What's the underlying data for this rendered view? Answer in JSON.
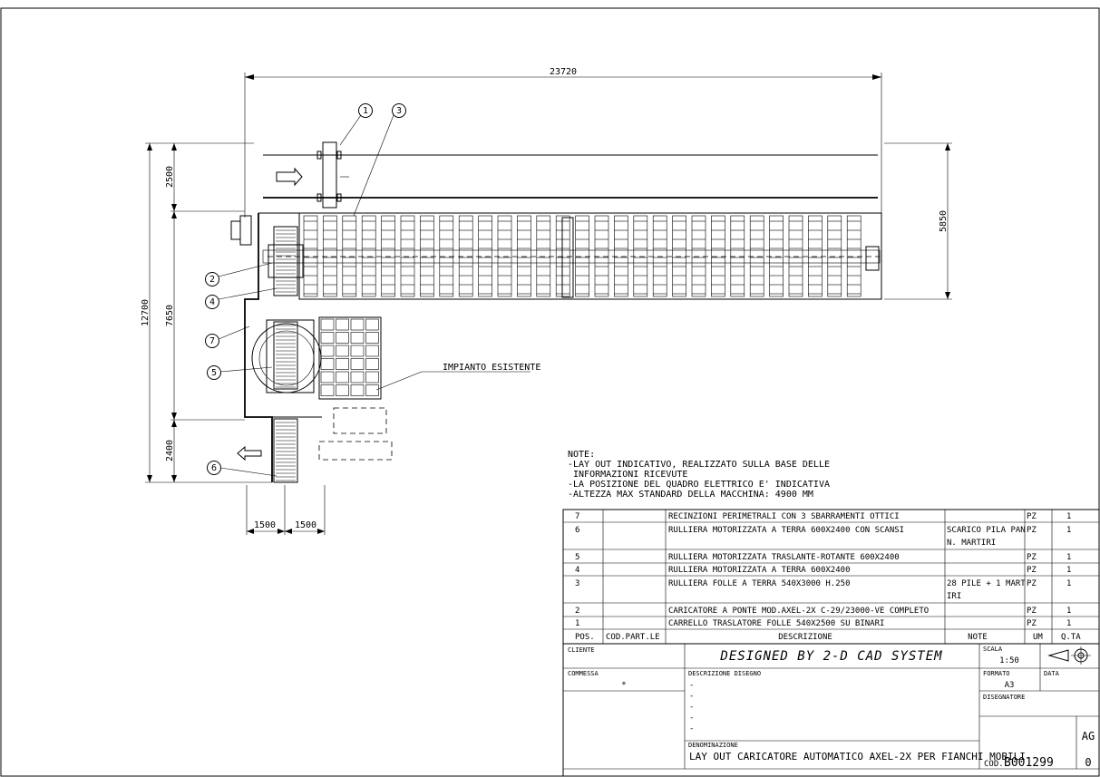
{
  "dimensions": {
    "overall_length": "23720",
    "top_height": "2500",
    "right_height": "5850",
    "total_height": "12700",
    "mid_height": "7650",
    "bottom_height": "2400",
    "bottom_w1": "1500",
    "bottom_w2": "1500"
  },
  "balloons": [
    "1",
    "2",
    "3",
    "4",
    "5",
    "6",
    "7"
  ],
  "existing_label": "IMPIANTO ESISTENTE",
  "notes": [
    "NOTE:",
    "-LAY OUT INDICATIVO, REALIZZATO SULLA BASE DELLE",
    " INFORMAZIONI RICEVUTE",
    "-LA POSIZIONE DEL QUADRO ELETTRICO E' INDICATIVA",
    "-ALTEZZA MAX STANDARD DELLA MACCHINA: 4900 MM"
  ],
  "bom": {
    "rows": [
      {
        "pos": "7",
        "code": "",
        "desc": "RECINZIONI PERIMETRALI CON 3 SBARRAMENTI OTTICI",
        "note": "",
        "um": "PZ",
        "qty": "1"
      },
      {
        "pos": "6",
        "code": "",
        "desc": "RULLIERA MOTORIZZATA A TERRA 600X2400 CON SCANSI",
        "note": "SCARICO PILA PAN",
        "note2": "N. MARTIRI",
        "um": "PZ",
        "qty": "1"
      },
      {
        "pos": "5",
        "code": "",
        "desc": "RULLIERA MOTORIZZATA TRASLANTE-ROTANTE 600X2400",
        "note": "",
        "um": "PZ",
        "qty": "1"
      },
      {
        "pos": "4",
        "code": "",
        "desc": "RULLIERA MOTORIZZATA A TERRA 600X2400",
        "note": "",
        "um": "PZ",
        "qty": "1"
      },
      {
        "pos": "3",
        "code": "",
        "desc": "RULLIERA FOLLE A TERRA 540X3000 H.250",
        "note": "28 PILE + 1 MART",
        "note2": "IRI",
        "um": "PZ",
        "qty": "1"
      },
      {
        "pos": "2",
        "code": "",
        "desc": "CARICATORE A PONTE MOD.AXEL-2X C-29/23000-VE COMPLETO",
        "note": "",
        "um": "PZ",
        "qty": "1"
      },
      {
        "pos": "1",
        "code": "",
        "desc": "CARRELLO TRASLATORE FOLLE 540X2500 SU BINARI",
        "note": "",
        "um": "PZ",
        "qty": "1"
      }
    ],
    "header": {
      "pos": "POS.",
      "code": "COD.PART.LE",
      "desc": "DESCRIZIONE",
      "note": "NOTE",
      "um": "UM",
      "qty": "Q.TA"
    }
  },
  "title_block": {
    "cliente_label": "CLIENTE",
    "designed_by": "DESIGNED BY 2-D CAD SYSTEM",
    "scala_label": "SCALA",
    "scala_value": "1:50",
    "commessa_label": "COMMESSA",
    "commessa_value": "*",
    "descrizione_label": "DESCRIZIONE DISEGNO",
    "descrizione_lines": [
      "-",
      "-",
      "-",
      "-",
      "-",
      "-"
    ],
    "formato_label": "FORMATO",
    "formato_value": "A3",
    "data_label": "DATA",
    "disegnatore_label": "DISEGNATORE",
    "denominazione_label": "DENOMINAZIONE",
    "denominazione_value": "LAY OUT CARICATORE AUTOMATICO AXEL-2X PER FIANCHI MOBILI",
    "code_label": "COD.",
    "code_value": "B001299",
    "rev_top": "AG",
    "rev_bottom": "0"
  }
}
